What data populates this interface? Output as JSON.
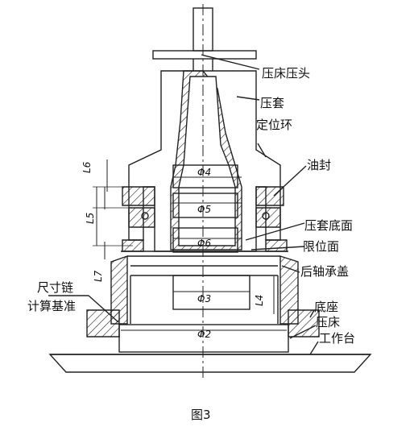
{
  "figure": {
    "caption": "图3",
    "labels": {
      "press_head": "压床压头",
      "press_sleeve": "压套",
      "locating_ring": "定位环",
      "oil_seal": "油封",
      "sleeve_bottom": "压套底面",
      "limit_face": "限位面",
      "rear_bearing_cover": "后轴承盖",
      "base": "底座",
      "dimension_chain": "尺寸链",
      "calc_datum": "计算基准",
      "press": "压床",
      "worktable": "工作台"
    },
    "dimensions": {
      "phi4": "Φ4",
      "phi5": "Φ5",
      "phi6": "Φ6",
      "phi3": "Φ3",
      "phi2": "Φ2",
      "L6": "L6",
      "L5": "L5",
      "L7": "L7",
      "L4": "L4"
    }
  }
}
